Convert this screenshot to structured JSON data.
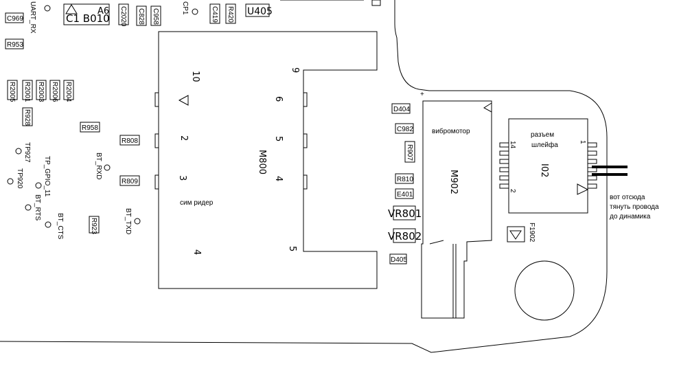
{
  "diagram": {
    "components": {
      "C969": "C969",
      "UART_RX": "UART_RX",
      "A6": "A6",
      "C1_B010": "C1 B010",
      "C2020": "C2020",
      "C828": "C828",
      "C958": "C958",
      "CP1": "CP1",
      "C419": "C419",
      "R420": "R420",
      "U405": "U405",
      "R953": "R953",
      "R2005": "R2005",
      "R2001": "R2001",
      "R2003": "R2003",
      "R2006": "R2006",
      "R2004": "R2004",
      "R928": "R928",
      "R958": "R958",
      "R808": "R808",
      "R809": "R809",
      "R923": "R923",
      "TP927": "TP927",
      "TP920": "TP920",
      "TP_GPIO_11": "TP_GPIO_11",
      "BT_RTS": "BT_RTS",
      "BT_CTS": "BT_CTS",
      "BT_RXD": "BT_RXD",
      "BT_TXD": "BT_TXD",
      "M800": "M800",
      "D404": "D404",
      "C982": "C982",
      "R907": "R907",
      "R810": "R810",
      "E401": "E401",
      "VR801": "VR801",
      "VR802": "VR802",
      "D405": "D405",
      "M902": "M902",
      "I02": "I02",
      "F1902": "F1902"
    },
    "pin_numbers": {
      "p10": "10",
      "p9": "9",
      "p6": "6",
      "p5a": "5",
      "p2": "2",
      "p4a": "4",
      "p3": "3",
      "p5b": "5",
      "p4b": "4",
      "p14": "14",
      "p1": "1",
      "p2b": "2"
    },
    "annotations": {
      "sim_reader": "сим ридер",
      "vibromotor": "вибромотор",
      "connector_line1": "разъем",
      "connector_line2": "шлейфа",
      "wires_line1": "вот отсюда",
      "wires_line2": "тянуть провода",
      "wires_line3": "до динамика"
    }
  }
}
